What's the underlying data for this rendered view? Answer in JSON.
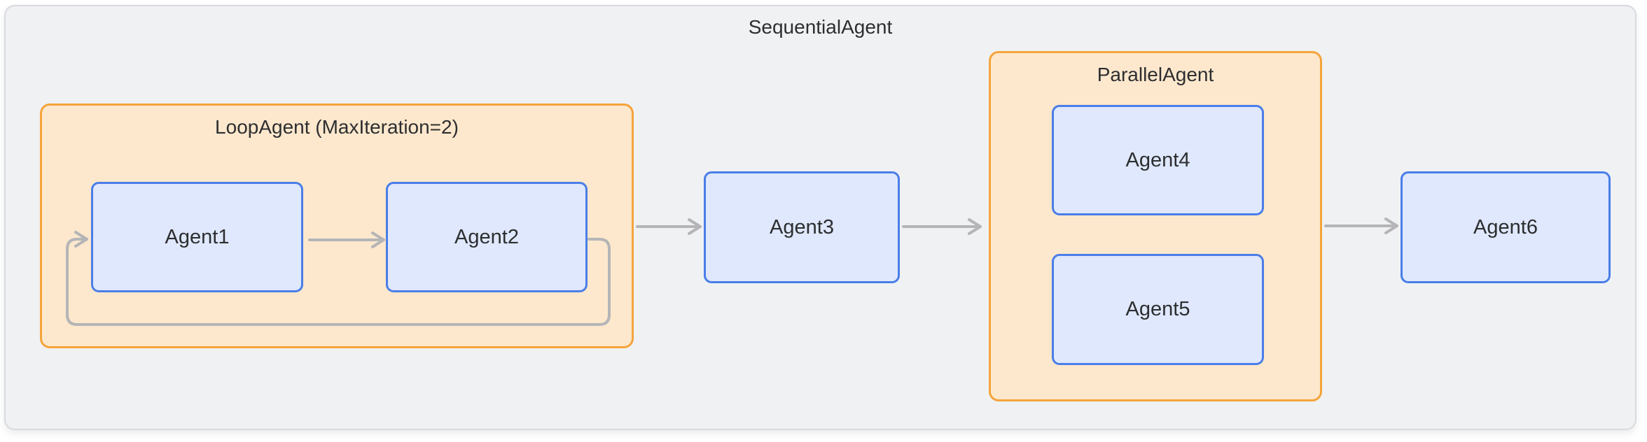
{
  "diagram": {
    "title": "SequentialAgent",
    "groups": {
      "loop": {
        "label": "LoopAgent (MaxIteration=2)",
        "max_iteration": 2,
        "children": [
          "Agent1",
          "Agent2"
        ]
      },
      "parallel": {
        "label": "ParallelAgent",
        "children": [
          "Agent4",
          "Agent5"
        ]
      }
    },
    "nodes": {
      "agent1": "Agent1",
      "agent2": "Agent2",
      "agent3": "Agent3",
      "agent4": "Agent4",
      "agent5": "Agent5",
      "agent6": "Agent6"
    },
    "edges": [
      {
        "from": "Agent1",
        "to": "Agent2",
        "kind": "arrow"
      },
      {
        "from": "Agent2",
        "to": "Agent1",
        "kind": "loop-back"
      },
      {
        "from": "LoopAgent",
        "to": "Agent3",
        "kind": "arrow"
      },
      {
        "from": "Agent3",
        "to": "ParallelAgent",
        "kind": "arrow"
      },
      {
        "from": "ParallelAgent",
        "to": "Agent6",
        "kind": "arrow"
      }
    ]
  },
  "colors": {
    "page_bg": "#ffffff",
    "outer_bg": "#f0f1f3",
    "outer_border": "#d8dade",
    "group_bg": "#fde8cd",
    "group_border": "#f5a43b",
    "node_bg": "#dfe8fc",
    "node_border": "#4a7ee8",
    "arrow": "#b5b5b7",
    "text": "#2d2e30"
  }
}
